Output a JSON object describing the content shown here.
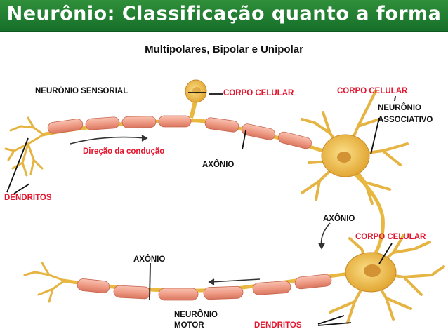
{
  "header": {
    "title": "Neurônio: Classificação quanto a forma"
  },
  "subtitle": "Multipolares, Bipolar e Unipolar",
  "labels": {
    "sensorial": "NEURÔNIO SENSORIAL",
    "corpo_celular_1": "CORPO CELULAR",
    "corpo_celular_2": "CORPO CELULAR",
    "neuronio_assoc_1": "NEURÔNIO",
    "neuronio_assoc_2": "ASSOCIATIVO",
    "direcao": "Direção da condução",
    "axonio_1": "AXÔNIO",
    "dendritos_1": "DENDRITOS",
    "axonio_2": "AXÔNIO",
    "corpo_celular_3": "CORPO CELULAR",
    "axonio_3": "AXÔNIO",
    "neuronio_motor_1": "NEURÔNIO",
    "neuronio_motor_2": "MOTOR",
    "dendritos_2": "DENDRITOS"
  },
  "colors": {
    "title_bar": "#1e7f30",
    "label_red": "#e5132b",
    "myelin": "#f0a892",
    "axon": "#e8b840",
    "cell_body": "#f2c452"
  }
}
